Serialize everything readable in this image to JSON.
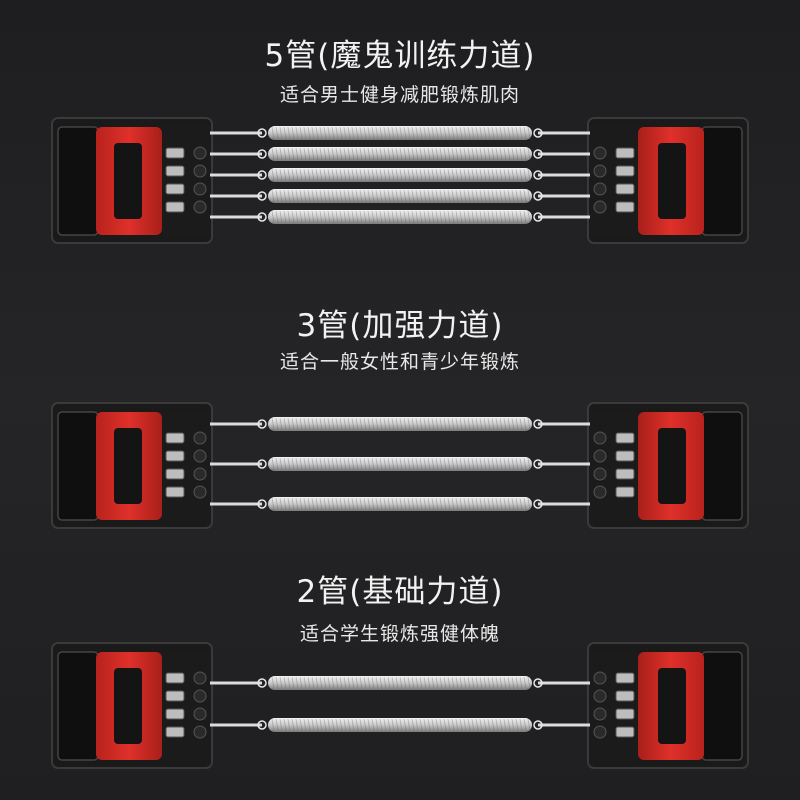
{
  "variants": [
    {
      "title": "5管(魔鬼训练力道)",
      "subtitle": "适合男士健身减肥锻炼肌肉",
      "springs": 5
    },
    {
      "title": "3管(加强力道)",
      "subtitle": "适合一般女性和青少年锻炼",
      "springs": 3
    },
    {
      "title": "2管(基础力道)",
      "subtitle": "适合学生锻炼强健体魄",
      "springs": 2
    }
  ],
  "colors": {
    "handle_red": "#e0302a",
    "handle_black": "#1a1a1a",
    "spring_silver": "#c9c9c9"
  }
}
